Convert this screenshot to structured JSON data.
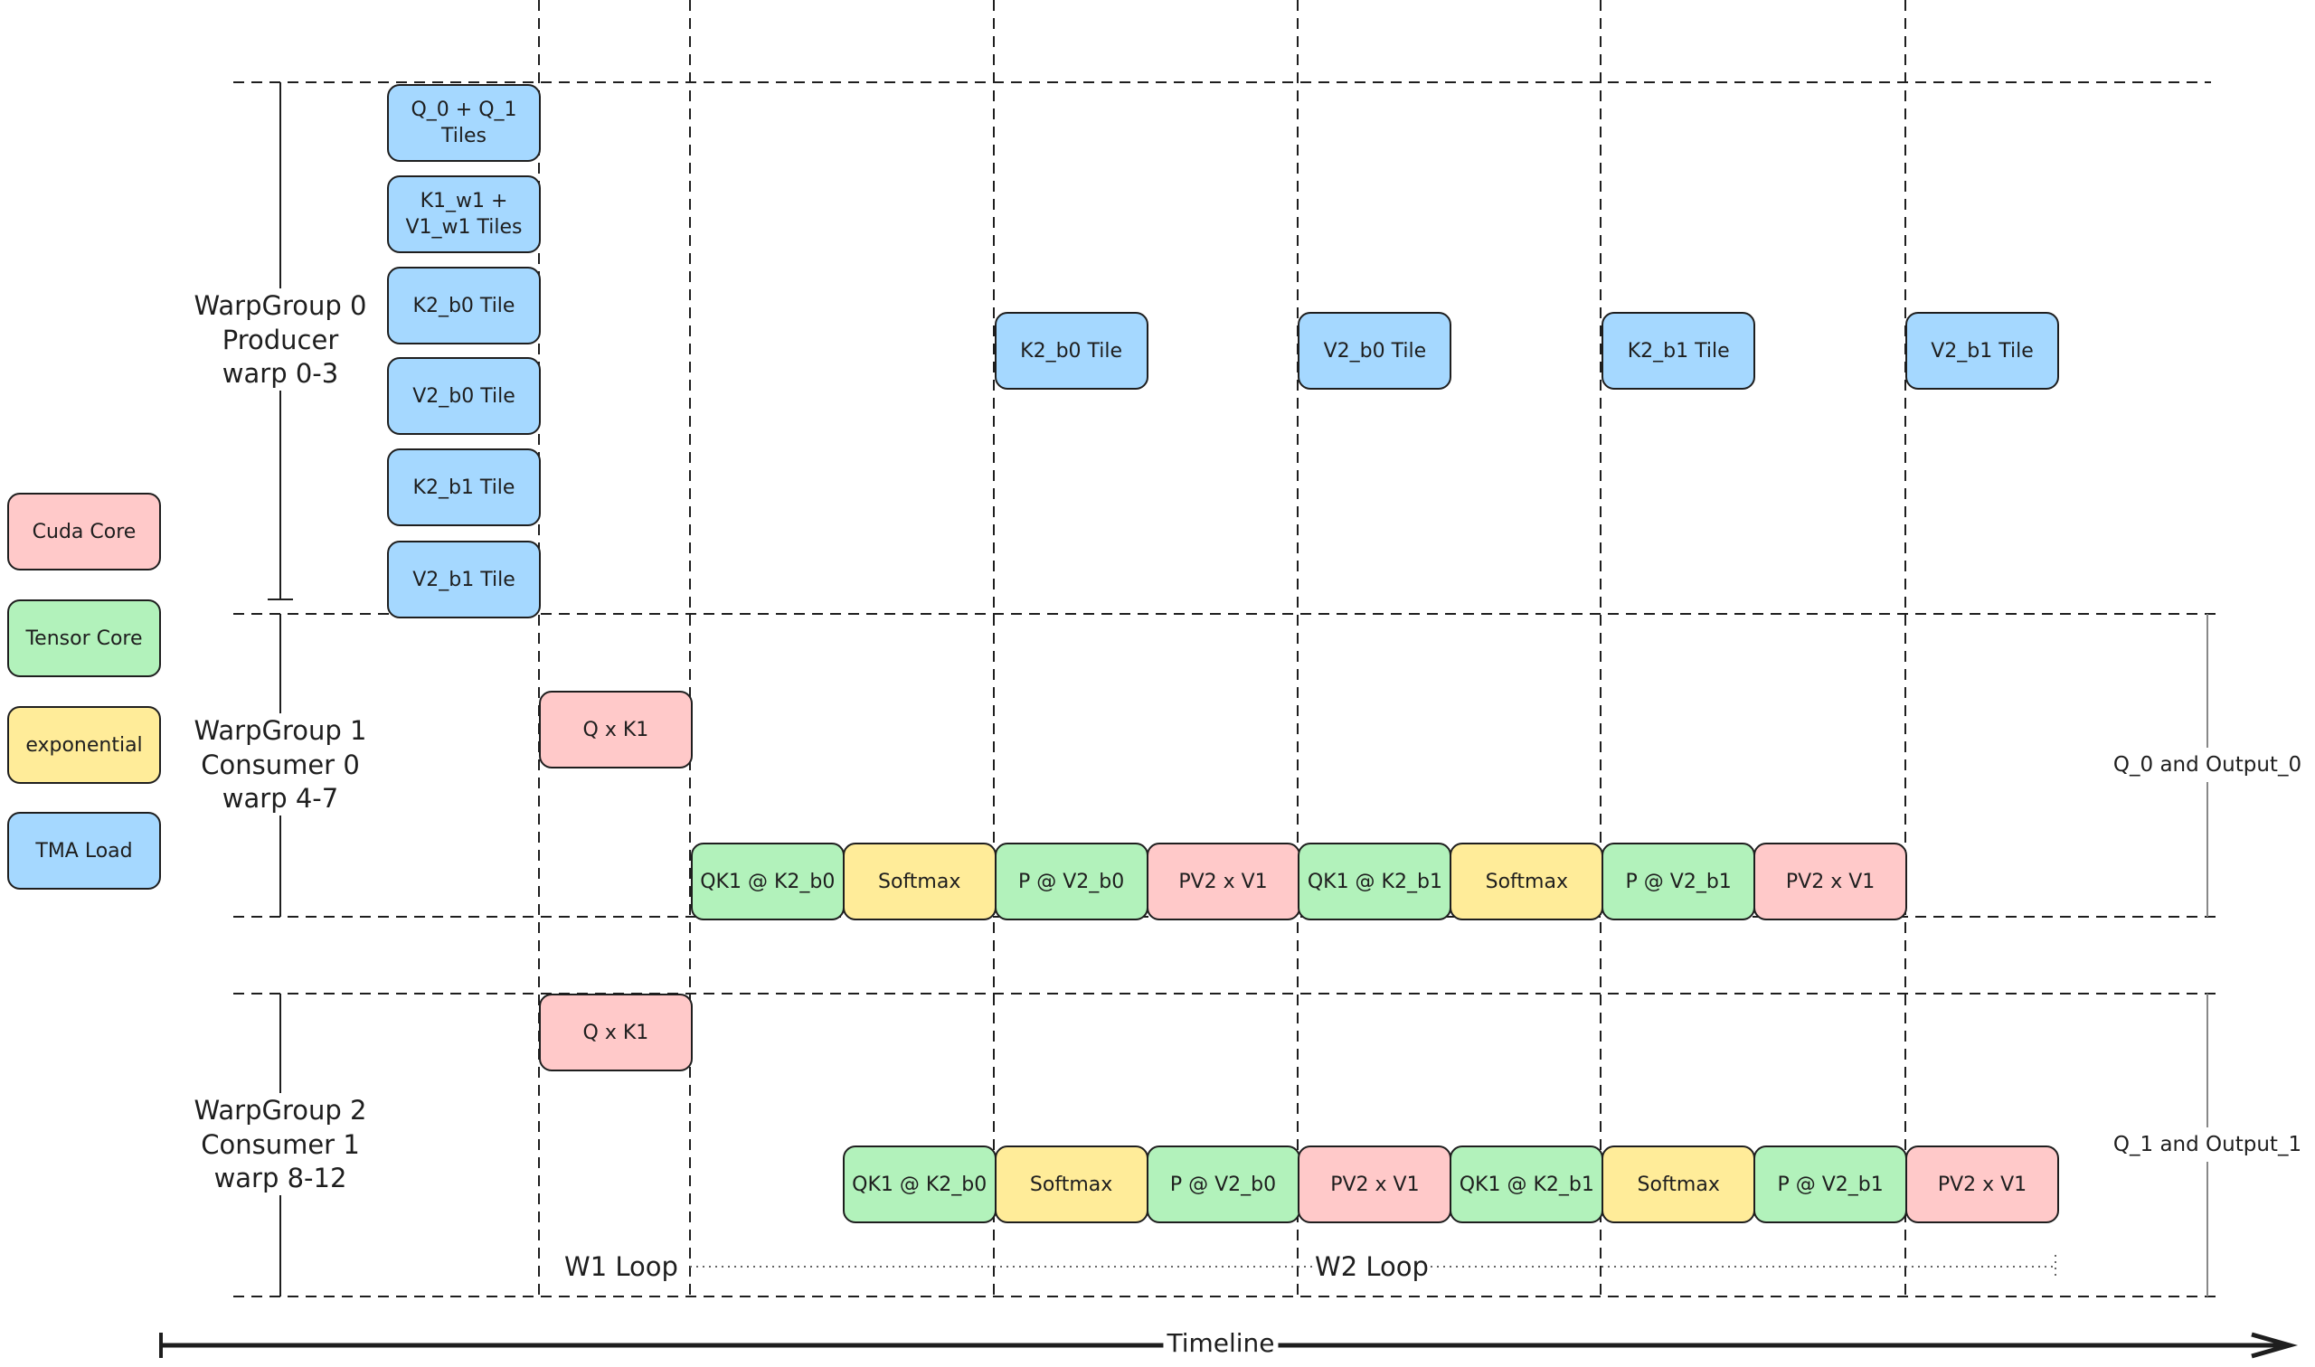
{
  "colors": {
    "cuda_core": "#ffc9c9",
    "tensor_core": "#b2f2bb",
    "exponential": "#ffec99",
    "tma_load": "#a5d8ff",
    "stroke": "#1e1e1e"
  },
  "legend": [
    {
      "label": "Cuda Core",
      "kind": "cuda_core"
    },
    {
      "label": "Tensor Core",
      "kind": "tensor_core"
    },
    {
      "label": "exponential",
      "kind": "exponential"
    },
    {
      "label": "TMA Load",
      "kind": "tma_load"
    }
  ],
  "groups": [
    {
      "lines": [
        "WarpGroup 0",
        "Producer",
        "warp 0-3"
      ]
    },
    {
      "lines": [
        "WarpGroup 1",
        "Consumer 0",
        "warp 4-7"
      ],
      "side_label": "Q_0 and Output_0"
    },
    {
      "lines": [
        "WarpGroup 2",
        "Consumer 1",
        "warp 8-12"
      ],
      "side_label": "Q_1 and Output_1"
    }
  ],
  "producer_stack": [
    "Q_0 + Q_1\nTiles",
    "K1_w1  +\nV1_w1 Tiles",
    "K2_b0 Tile",
    "V2_b0 Tile",
    "K2_b1 Tile",
    "V2_b1 Tile"
  ],
  "producer_loads": [
    {
      "label": "K2_b0 Tile",
      "step": 4
    },
    {
      "label": "V2_b0 Tile",
      "step": 6
    },
    {
      "label": "K2_b1 Tile",
      "step": 8
    },
    {
      "label": "V2_b1 Tile",
      "step": 10
    }
  ],
  "consumer0": {
    "first": {
      "label": "Q x K1",
      "kind": "cuda_core",
      "step": 1
    },
    "ops": [
      {
        "label": "QK1 @ K2_b0",
        "kind": "tensor_core",
        "step": 2
      },
      {
        "label": "Softmax",
        "kind": "exponential",
        "step": 3
      },
      {
        "label": "P @ V2_b0",
        "kind": "tensor_core",
        "step": 4
      },
      {
        "label": "PV2 x V1",
        "kind": "cuda_core",
        "step": 5
      },
      {
        "label": "QK1 @ K2_b1",
        "kind": "tensor_core",
        "step": 6
      },
      {
        "label": "Softmax",
        "kind": "exponential",
        "step": 7
      },
      {
        "label": "P @ V2_b1",
        "kind": "tensor_core",
        "step": 8
      },
      {
        "label": "PV2 x V1",
        "kind": "cuda_core",
        "step": 9
      }
    ]
  },
  "consumer1": {
    "first": {
      "label": "Q x K1",
      "kind": "cuda_core",
      "step": 1
    },
    "ops": [
      {
        "label": "QK1 @ K2_b0",
        "kind": "tensor_core",
        "step": 3
      },
      {
        "label": "Softmax",
        "kind": "exponential",
        "step": 4
      },
      {
        "label": "P @ V2_b0",
        "kind": "tensor_core",
        "step": 5
      },
      {
        "label": "PV2 x V1",
        "kind": "cuda_core",
        "step": 6
      },
      {
        "label": "QK1 @ K2_b1",
        "kind": "tensor_core",
        "step": 7
      },
      {
        "label": "Softmax",
        "kind": "exponential",
        "step": 8
      },
      {
        "label": "P @ V2_b1",
        "kind": "tensor_core",
        "step": 9
      },
      {
        "label": "PV2 x V1",
        "kind": "cuda_core",
        "step": 10
      }
    ]
  },
  "loops": {
    "w1": "W1 Loop",
    "w2": "W2 Loop"
  },
  "timeline_label": "Timeline"
}
